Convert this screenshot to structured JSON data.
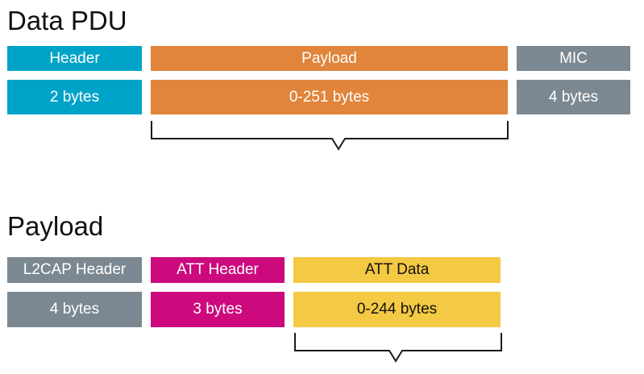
{
  "colors": {
    "header_blue": "#00a3c8",
    "payload_orange": "#e0853b",
    "mic_gray": "#7c8891",
    "l2cap_gray": "#7c8891",
    "att_header_magenta": "#cc0a7e",
    "att_data_yellow": "#f4c944",
    "bracket_stroke": "#1a1a1a"
  },
  "data_pdu": {
    "title": "Data PDU",
    "fields": [
      {
        "label": "Header",
        "size": "2 bytes"
      },
      {
        "label": "Payload",
        "size": "0-251 bytes"
      },
      {
        "label": "MIC",
        "size": "4 bytes"
      }
    ]
  },
  "payload": {
    "title": "Payload",
    "fields": [
      {
        "label": "L2CAP Header",
        "size": "4 bytes"
      },
      {
        "label": "ATT Header",
        "size": "3 bytes"
      },
      {
        "label": "ATT Data",
        "size": "0-244 bytes"
      }
    ]
  }
}
